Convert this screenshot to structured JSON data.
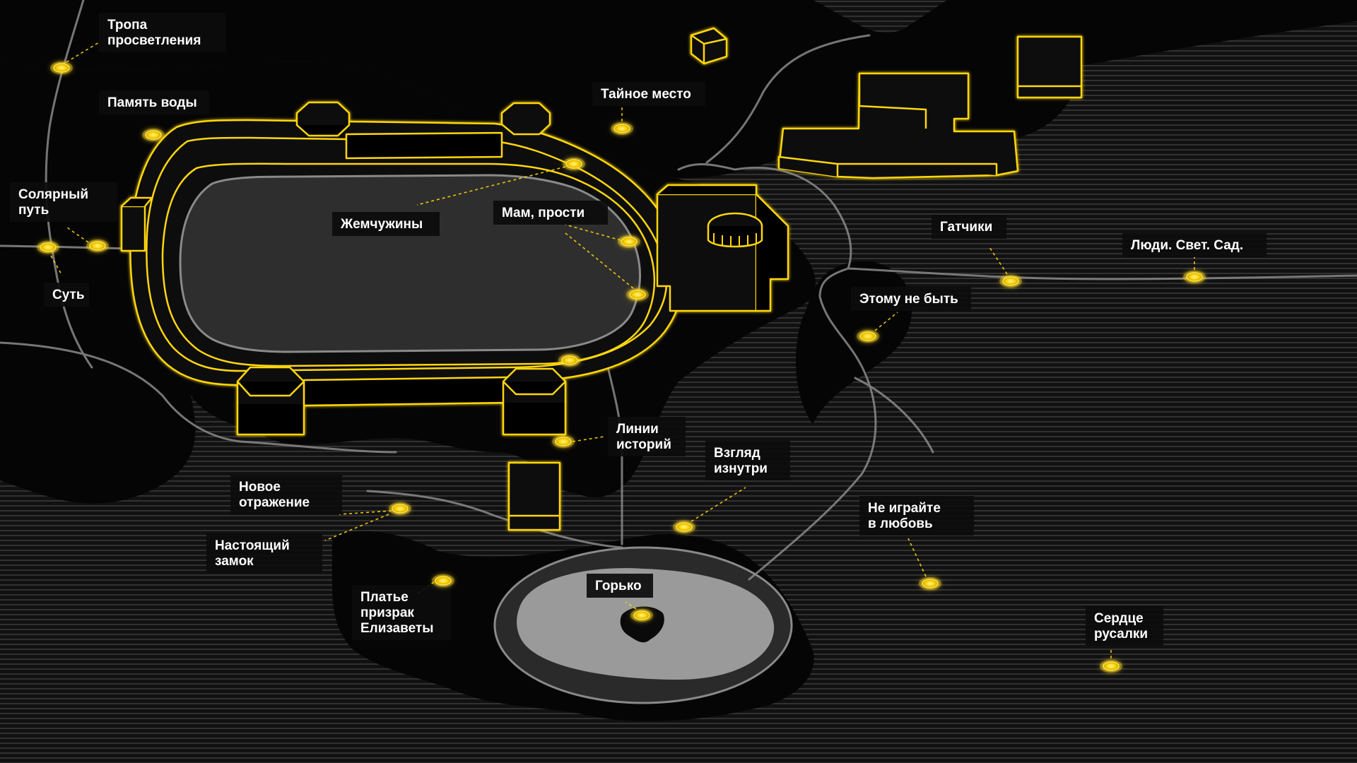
{
  "map": {
    "colors": {
      "background": "#151515",
      "hatch": "#3a3a3a",
      "dark_area": "#050505",
      "park_fill": "#0b0b0b",
      "pond_fill": "#3b3b3b",
      "lake_fill": "#9a9a9a",
      "road": "#8a8a8a",
      "accent": "#ffd60a",
      "label_bg": "#0c0c0c",
      "label_text": "#ffffff"
    }
  },
  "points": [
    {
      "id": "tropa",
      "label": [
        "Тропа",
        "просветления"
      ],
      "icon": "glowing-point-icon"
    },
    {
      "id": "pamyat",
      "label": [
        "Память воды"
      ],
      "icon": "glowing-point-icon"
    },
    {
      "id": "solyarny",
      "label": [
        "Солярный",
        "путь"
      ],
      "icon": "glowing-point-icon"
    },
    {
      "id": "sut",
      "label": [
        "Суть"
      ],
      "icon": "glowing-point-icon"
    },
    {
      "id": "zhemchuzhiny",
      "label": [
        "Жемчужины"
      ],
      "icon": "glowing-point-icon"
    },
    {
      "id": "mam",
      "label": [
        "Мам, прости"
      ],
      "icon": "glowing-point-icon"
    },
    {
      "id": "taynoe",
      "label": [
        "Тайное место"
      ],
      "icon": "glowing-point-icon"
    },
    {
      "id": "gatchiki",
      "label": [
        "Гатчики"
      ],
      "icon": "glowing-point-icon"
    },
    {
      "id": "lyudi",
      "label": [
        "Люди. Свет. Сад."
      ],
      "icon": "glowing-point-icon"
    },
    {
      "id": "etomu",
      "label": [
        "Этому не быть"
      ],
      "icon": "glowing-point-icon"
    },
    {
      "id": "linii",
      "label": [
        "Линии",
        "историй"
      ],
      "icon": "glowing-point-icon"
    },
    {
      "id": "vzglyad",
      "label": [
        "Взгляд",
        "изнутри"
      ],
      "icon": "glowing-point-icon"
    },
    {
      "id": "novoe",
      "label": [
        "Новое",
        "отражение"
      ],
      "icon": "glowing-point-icon"
    },
    {
      "id": "nastoyashchiy",
      "label": [
        "Настоящий",
        "замок"
      ],
      "icon": "glowing-point-icon"
    },
    {
      "id": "platye",
      "label": [
        "Платье",
        "призрак",
        "Елизаветы"
      ],
      "icon": "glowing-point-icon"
    },
    {
      "id": "gorko",
      "label": [
        "Горько"
      ],
      "icon": "glowing-point-icon"
    },
    {
      "id": "ne_igrayte",
      "label": [
        "Не играйте",
        "в любовь"
      ],
      "icon": "glowing-point-icon"
    },
    {
      "id": "serdtse",
      "label": [
        "Сердце",
        "русалки"
      ],
      "icon": "glowing-point-icon"
    }
  ]
}
